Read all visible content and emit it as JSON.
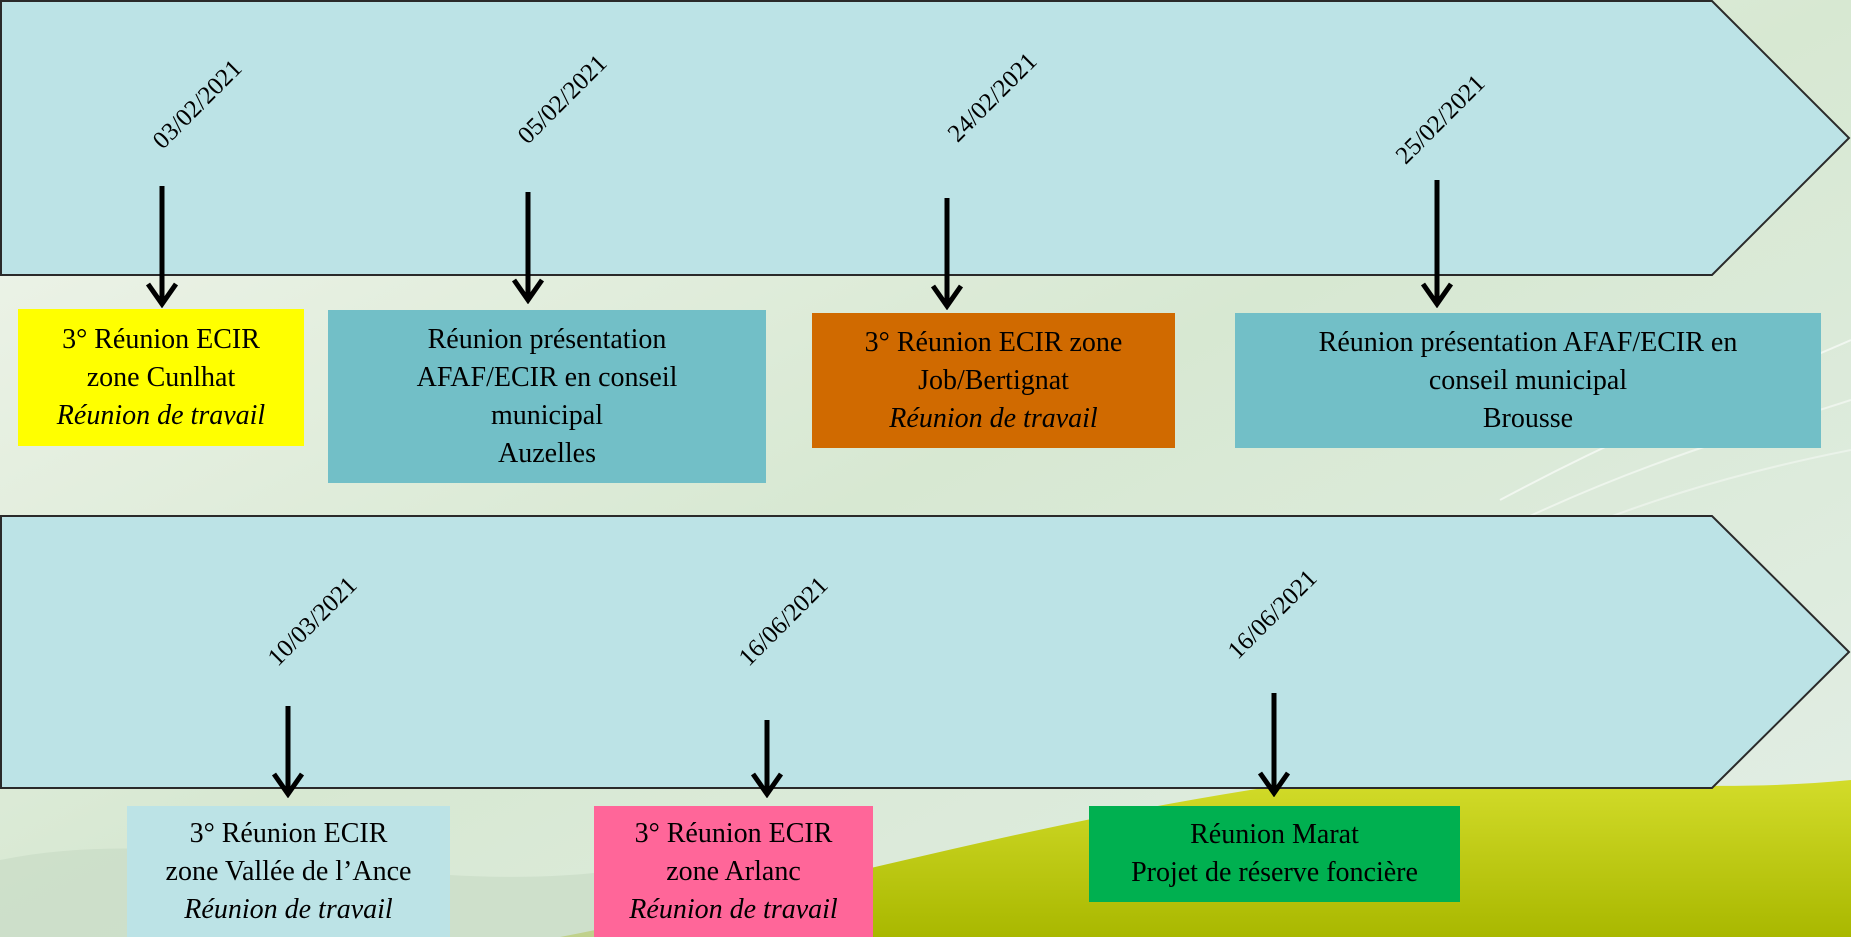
{
  "colors": {
    "band_fill": "#bce3e6",
    "band_stroke": "#2a2a2a",
    "yellow": "#ffff00",
    "teal": "#72bfc7",
    "orange": "#d06a00",
    "light_blue": "#bce3e6",
    "pink": "#ff6699",
    "green": "#00b050",
    "hill_green": "#c8d400"
  },
  "row1": {
    "dates": [
      "03/02/2021",
      "05/02/2021",
      "24/02/2021",
      "25/02/2021"
    ],
    "events": [
      {
        "line1": "3° Réunion ECIR",
        "line2": "zone Cunlhat",
        "line3": "Réunion de travail"
      },
      {
        "line1": "Réunion présentation",
        "line2": "AFAF/ECIR en conseil",
        "line3": "municipal",
        "line4": "Auzelles"
      },
      {
        "line1": "3° Réunion ECIR zone",
        "line2": "Job/Bertignat",
        "line3": "Réunion de travail"
      },
      {
        "line1": "Réunion  présentation AFAF/ECIR en",
        "line2": "conseil municipal",
        "line3": "Brousse"
      }
    ]
  },
  "row2": {
    "dates": [
      "10/03/2021",
      "16/06/2021",
      "16/06/2021"
    ],
    "events": [
      {
        "line1": "3° Réunion ECIR",
        "line2": "zone Vallée de l’Ance",
        "line3": "Réunion de travail"
      },
      {
        "line1": "3° Réunion ECIR",
        "line2": "zone Arlanc",
        "line3": "Réunion de travail"
      },
      {
        "line1": "Réunion Marat",
        "line2": "Projet de réserve foncière"
      }
    ]
  }
}
